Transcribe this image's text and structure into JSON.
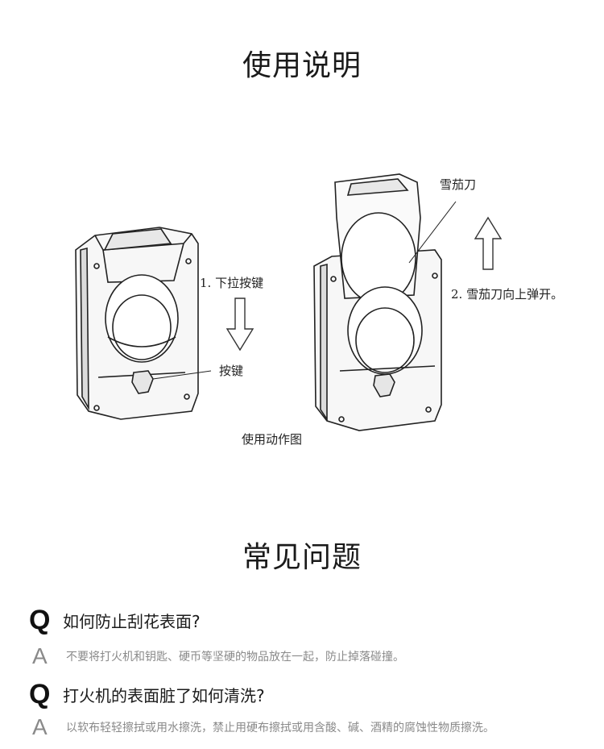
{
  "usage": {
    "title": "使用说明",
    "labels": {
      "step1": "1. 下拉按键",
      "button": "按键",
      "blade": "雪茄刀",
      "step2": "2. 雪茄刀向上弹开。",
      "caption": "使用动作图"
    }
  },
  "faq": {
    "title": "常见问题",
    "q_letter": "Q",
    "a_letter": "A",
    "items": [
      {
        "q": "如何防止刮花表面?",
        "a": "不要将打火机和钥匙、硬币等坚硬的物品放在一起，防止掉落碰撞。"
      },
      {
        "q": "打火机的表面脏了如何清洗?",
        "a": "以软布轻轻擦拭或用水擦洗，禁止用硬布擦拭或用含酸、碱、酒精的腐蚀性物质擦洗。"
      }
    ]
  }
}
